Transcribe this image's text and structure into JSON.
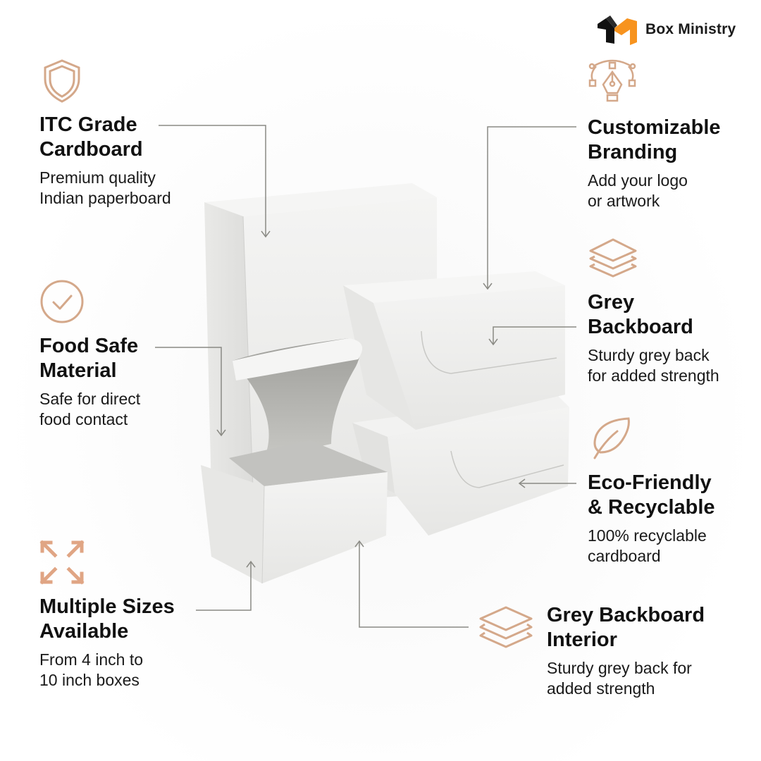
{
  "brand": {
    "name": "Box Ministry",
    "logo_colors": {
      "dark": "#111111",
      "accent": "#f7931e"
    }
  },
  "colors": {
    "icon_accent": "#d4a88a",
    "leader_line": "#8a8a84",
    "title_text": "#111111",
    "body_text": "#1a1a1a"
  },
  "features": [
    {
      "id": "itc-grade",
      "icon": "shield-icon",
      "title": [
        "ITC Grade",
        "Cardboard"
      ],
      "description": [
        "Premium quality",
        "Indian paperboard"
      ]
    },
    {
      "id": "food-safe",
      "icon": "check-circle-icon",
      "title": [
        "Food Safe",
        "Material"
      ],
      "description": [
        "Safe for direct",
        "food contact"
      ]
    },
    {
      "id": "multiple-sizes",
      "icon": "expand-arrows-icon",
      "title": [
        "Multiple Sizes",
        "Available"
      ],
      "description": [
        "From 4 inch to",
        "10 inch boxes"
      ]
    },
    {
      "id": "customizable-branding",
      "icon": "pen-tool-icon",
      "title": [
        "Customizable",
        "Branding"
      ],
      "description": [
        "Add your logo",
        "or artwork"
      ]
    },
    {
      "id": "grey-backboard",
      "icon": "layers-icon",
      "title": [
        "Grey",
        "Backboard"
      ],
      "description": [
        "Sturdy grey back",
        "for added strength"
      ]
    },
    {
      "id": "eco-friendly",
      "icon": "leaf-icon",
      "title": [
        "Eco-Friendly",
        "& Recyclable"
      ],
      "description": [
        "100% recyclable",
        "cardboard"
      ]
    },
    {
      "id": "grey-backboard-interior",
      "icon": "layers-icon",
      "title": [
        "Grey Backboard",
        "Interior"
      ],
      "description": [
        "Sturdy grey back for",
        "added strength"
      ]
    }
  ]
}
